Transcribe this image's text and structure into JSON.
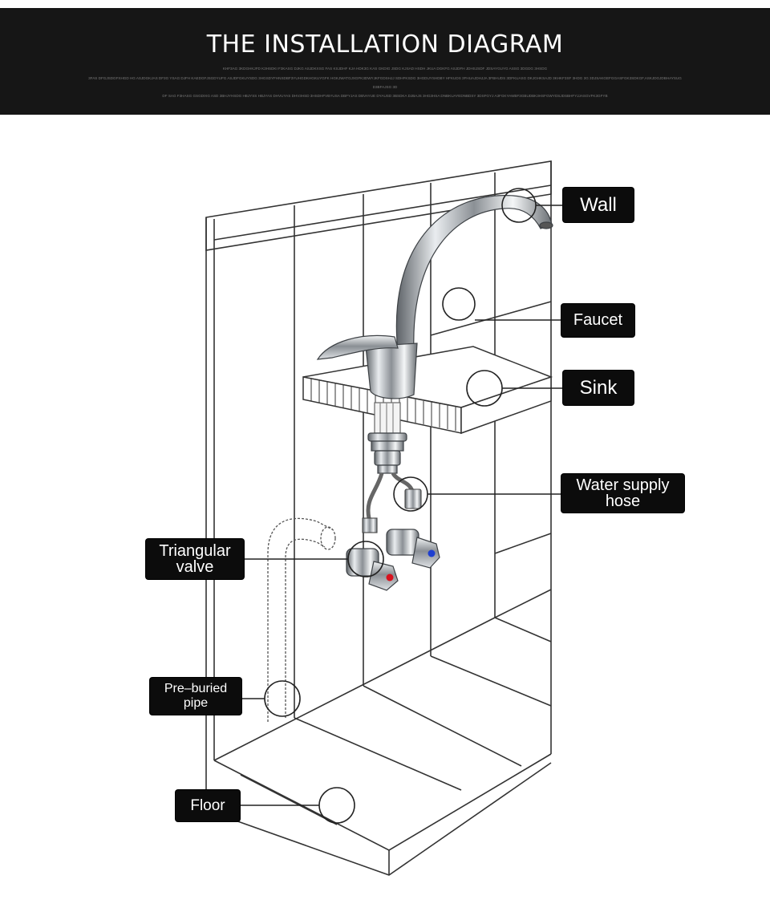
{
  "header": {
    "title": "THE INSTALLATION DIAGRAM",
    "subtitle_lines": [
      "KHF3AG 3KDGHKJFD K3HSDKI F3KASG DJKG ASJDKXSG FAS KSJDHF KJA HDK3G KAS GKDIG JSDG KJSAD HSDH JKUA DGKFG ASJDFH JDHSJSDF JDSAYGUYG ASSG 3DGDG 3HSDG",
      "3FAS DFGJSDGFXHGD HG ASJDGKJAS DF3G YSAG DJFH KAEDGFJSGDYUFG ASJDFGKUYSDG 3HGSDYFHNSDBF3YUHGDKHGKUYGFK HGKJWATGJXGFK3DWYJKFGDSHJJ SDHFKSDG 3HGDUYSHDBY HFKUDS 3FHUAJDHJJA 3FBHUDS 3DFKUASG DKJGHKSAJD 3KHKF3SF 3HDG 3G 3DJSAKGEFGGASFGK3SDKGF,ASKJDGJDBHAYSUG",
      "D3BFAJSG 3D",
      "DF SAG F3HASG GSGDIXG ASD 3BHJYHSDG HBJYSS HBJYAS DHVUYAS DHV3HSD 3HSDHFVBYUSA DBFYJAS DBVAYUE DYAUSD 3BSDKA DJBAJS 3HG3HSA DNBKUAYEDNBDSY 3DSFGYJ A3FGKYAWBF3GBUDBK3HSFGWYDSJDSBHFYJJASGVFK3GFYB"
    ]
  },
  "labels": {
    "wall": "Wall",
    "faucet": "Faucet",
    "sink": "Sink",
    "hose": "Water supply\nhose",
    "valve": "Triangular\nvalve",
    "pipe": "Pre–buried\npipe",
    "floor": "Floor"
  },
  "colors": {
    "header_bg": "#161616",
    "label_bg": "#0c0c0c",
    "line": "#2a2a2a",
    "valve_cold": "#1e3fd0",
    "valve_hot": "#d8121e"
  }
}
